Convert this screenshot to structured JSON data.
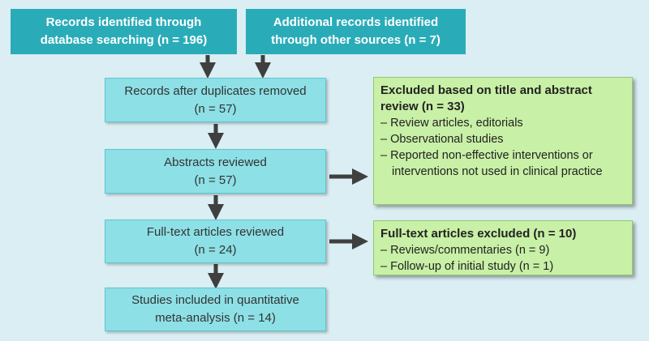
{
  "boxes": {
    "database_search": {
      "line1": "Records identified through",
      "line2": "database searching (n = 196)"
    },
    "other_sources": {
      "line1": "Additional records identified",
      "line2": "through other sources (n = 7)"
    },
    "duplicates_removed": {
      "line1": "Records after duplicates removed",
      "line2": "(n = 57)"
    },
    "abstracts_reviewed": {
      "line1": "Abstracts reviewed",
      "line2": "(n = 57)"
    },
    "fulltext_reviewed": {
      "line1": "Full-text articles reviewed",
      "line2": "(n = 24)"
    },
    "studies_included": {
      "line1": "Studies included in quantitative",
      "line2": "meta-analysis (n = 14)"
    }
  },
  "excluded_abstract": {
    "title": "Excluded based on title and abstract review (n = 33)",
    "items": [
      "Review articles, editorials",
      "Observational studies",
      "Reported non-effective interventions or interventions not used in clinical practice"
    ]
  },
  "excluded_fulltext": {
    "title": "Full-text articles excluded (n = 10)",
    "items": [
      "Reviews/commentaries (n = 9)",
      "Follow-up of initial study (n = 1)"
    ]
  },
  "colors": {
    "background": "#dbeef3",
    "source_box": "#2aacb8",
    "flow_box": "#8de0e6",
    "exclusion_box": "#c8f0a6",
    "arrow": "#3f3f3f"
  }
}
